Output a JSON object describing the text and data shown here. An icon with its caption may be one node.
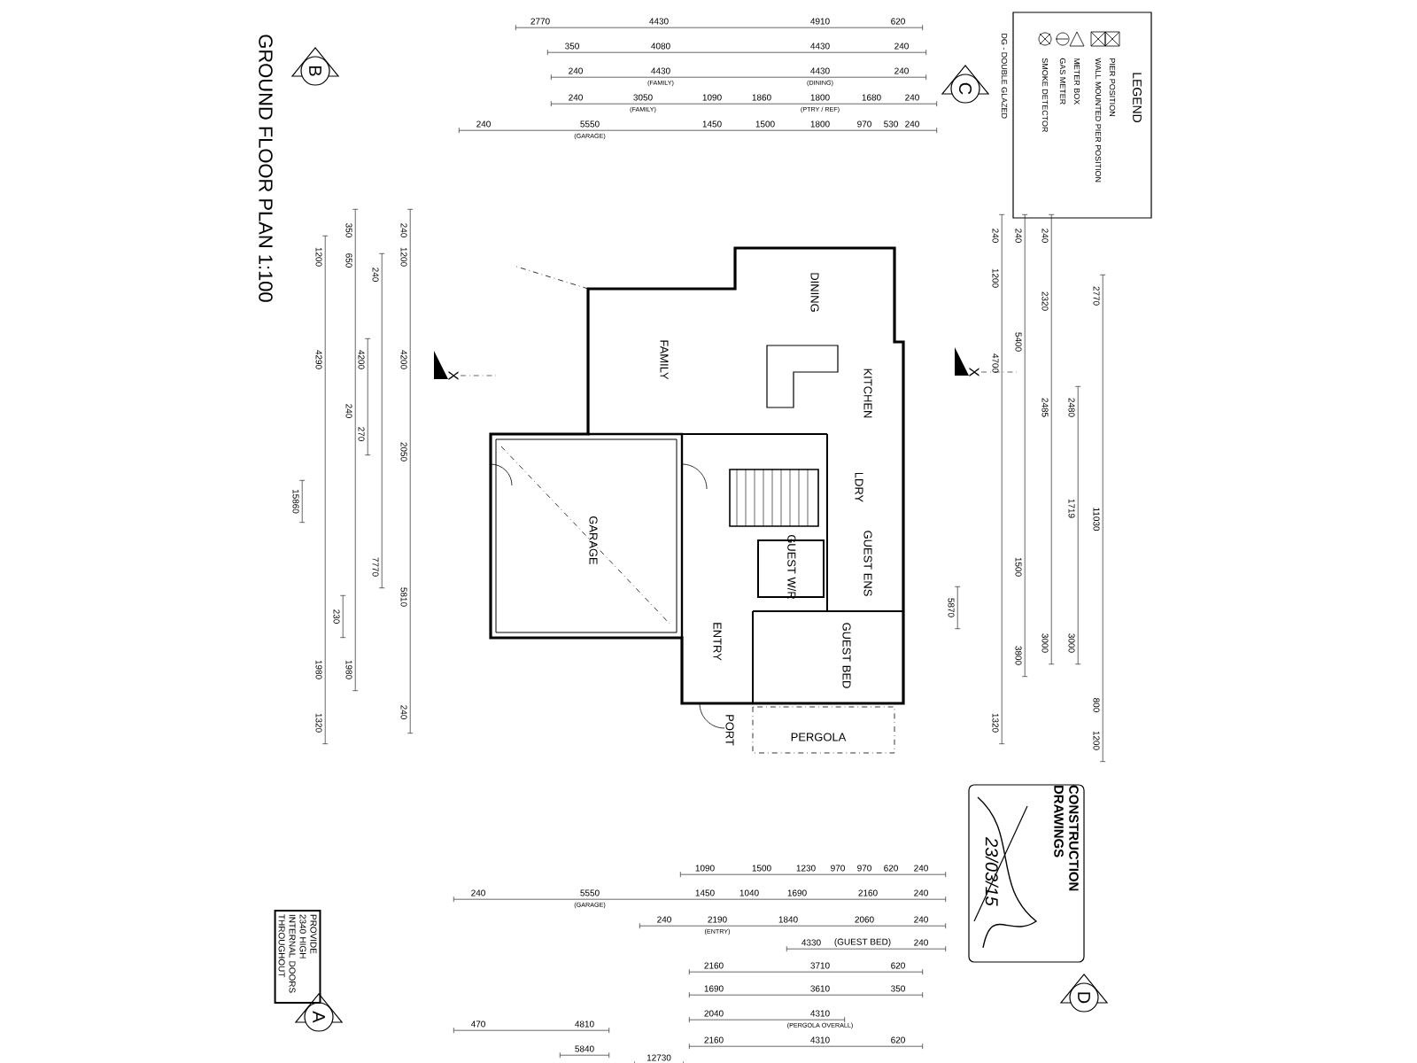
{
  "diagram": {
    "title": "GROUND FLOOR PLAN 1:100",
    "nodes": [
      {
        "text": [
          "FAMILY"
        ]
      },
      {
        "text": [
          "DINING"
        ]
      },
      {
        "text": [
          "KITCHEN"
        ]
      },
      {
        "text": [
          "GARAGE"
        ]
      },
      {
        "text": [
          "ENTRY"
        ]
      },
      {
        "text": [
          "GUEST BED"
        ]
      },
      {
        "text": [
          "GUEST W/R"
        ]
      },
      {
        "text": [
          "GUEST ENS"
        ]
      },
      {
        "text": [
          "LDRY"
        ]
      },
      {
        "text": [
          "PORT"
        ]
      },
      {
        "text": [
          "PERGOLA"
        ]
      }
    ],
    "labels": [
      "B",
      "C",
      "A",
      "D",
      "X",
      "X",
      "LEGEND",
      "PROVIDE 2340 HIGH INTERNAL DOORS THROUGHOUT",
      "CONSTRUCTION DRAWINGS",
      "23/03/15",
      "2770",
      "4430",
      "4910",
      "620",
      "350",
      "4080",
      "4430",
      "240",
      "240",
      "4430",
      "(FAMILY)",
      "4430",
      "(DINING)",
      "240",
      "240",
      "3050",
      "(FAMILY)",
      "1090",
      "1860",
      "1800",
      "(PTRY / REF)",
      "1680",
      "240",
      "240",
      "5550",
      "(GARAGE)",
      "1450",
      "1500",
      "1800",
      "970",
      "530",
      "240",
      "240",
      "240",
      "240",
      "1200",
      "2320",
      "2770",
      "5400",
      "4700",
      "2485",
      "2480",
      "1719",
      "11030",
      "5870",
      "1500",
      "3800",
      "3000",
      "3000",
      "1320",
      "800",
      "1200",
      "350",
      "1200",
      "650",
      "240",
      "1200",
      "4290",
      "4200",
      "4200",
      "240",
      "240",
      "270",
      "2050",
      "15860",
      "7770",
      "5810",
      "230",
      "1980",
      "1980",
      "1320",
      "240",
      "1090",
      "1500",
      "1230",
      "970",
      "970",
      "620",
      "240",
      "240",
      "5550",
      "(GARAGE)",
      "1450",
      "1040",
      "1690",
      "2160",
      "240",
      "240",
      "2190",
      "(ENTRY)",
      "1840",
      "2060",
      "240",
      "4330",
      "(GUEST BED)",
      "240",
      "2160",
      "3710",
      "620",
      "1690",
      "3610",
      "350",
      "470",
      "4810",
      "2040",
      "4310",
      "(PERGOLA OVERALL)",
      "5840",
      "2160",
      "4310",
      "620",
      "12730"
    ],
    "legend": [
      {
        "text": "PIER POSITION"
      },
      {
        "text": "WALL MOUNTED PIER POSITION"
      },
      {
        "text": "METER BOX"
      },
      {
        "text": "GAS METER"
      },
      {
        "text": "SMOKE DETECTOR"
      },
      {
        "text": "DG - DOUBLE GLAZED"
      }
    ]
  }
}
